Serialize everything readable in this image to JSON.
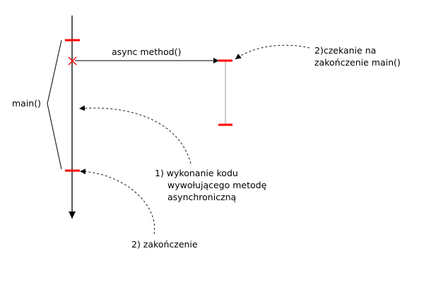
{
  "labels": {
    "main": "main()",
    "async_method": "async method()",
    "step2_wait_line1": "2)czekanie na",
    "step2_wait_line2": "zakończenie main()",
    "step1_line1": "1) wykonanie kodu",
    "step1_line2": "wywołującego metodę",
    "step1_line3": "asynchroniczną",
    "step2_end": "2) zakończenie"
  },
  "colors": {
    "line": "#000000",
    "marker": "#ff0000",
    "async_lifeline": "#999999",
    "background": "#ffffff"
  }
}
